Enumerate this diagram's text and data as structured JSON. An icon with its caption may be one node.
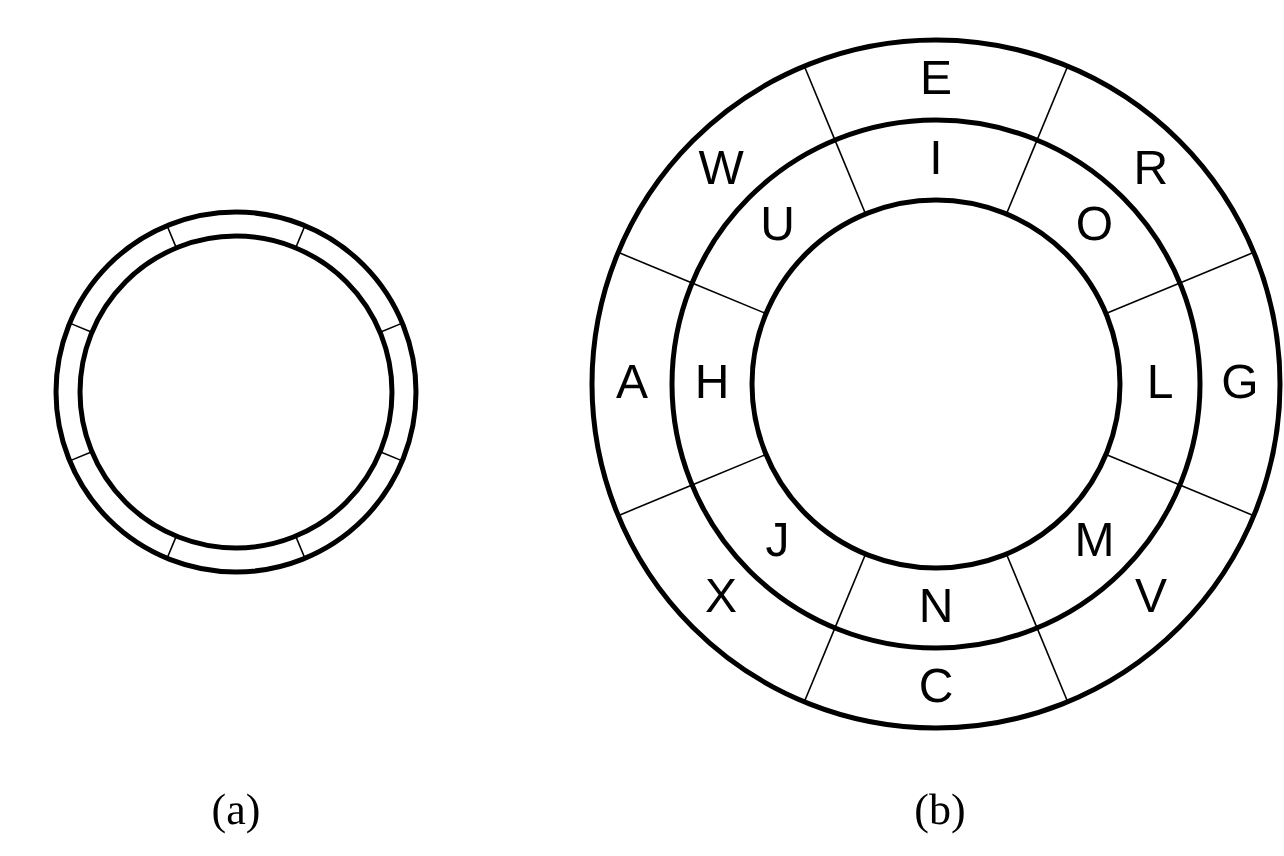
{
  "diagram": {
    "labels": [
      "E",
      "W",
      "I",
      "R",
      "U",
      "O",
      "A",
      "H",
      "L",
      "G",
      "J",
      "M",
      "X",
      "N",
      "V",
      "C",
      "(a)",
      "(b)"
    ]
  }
}
